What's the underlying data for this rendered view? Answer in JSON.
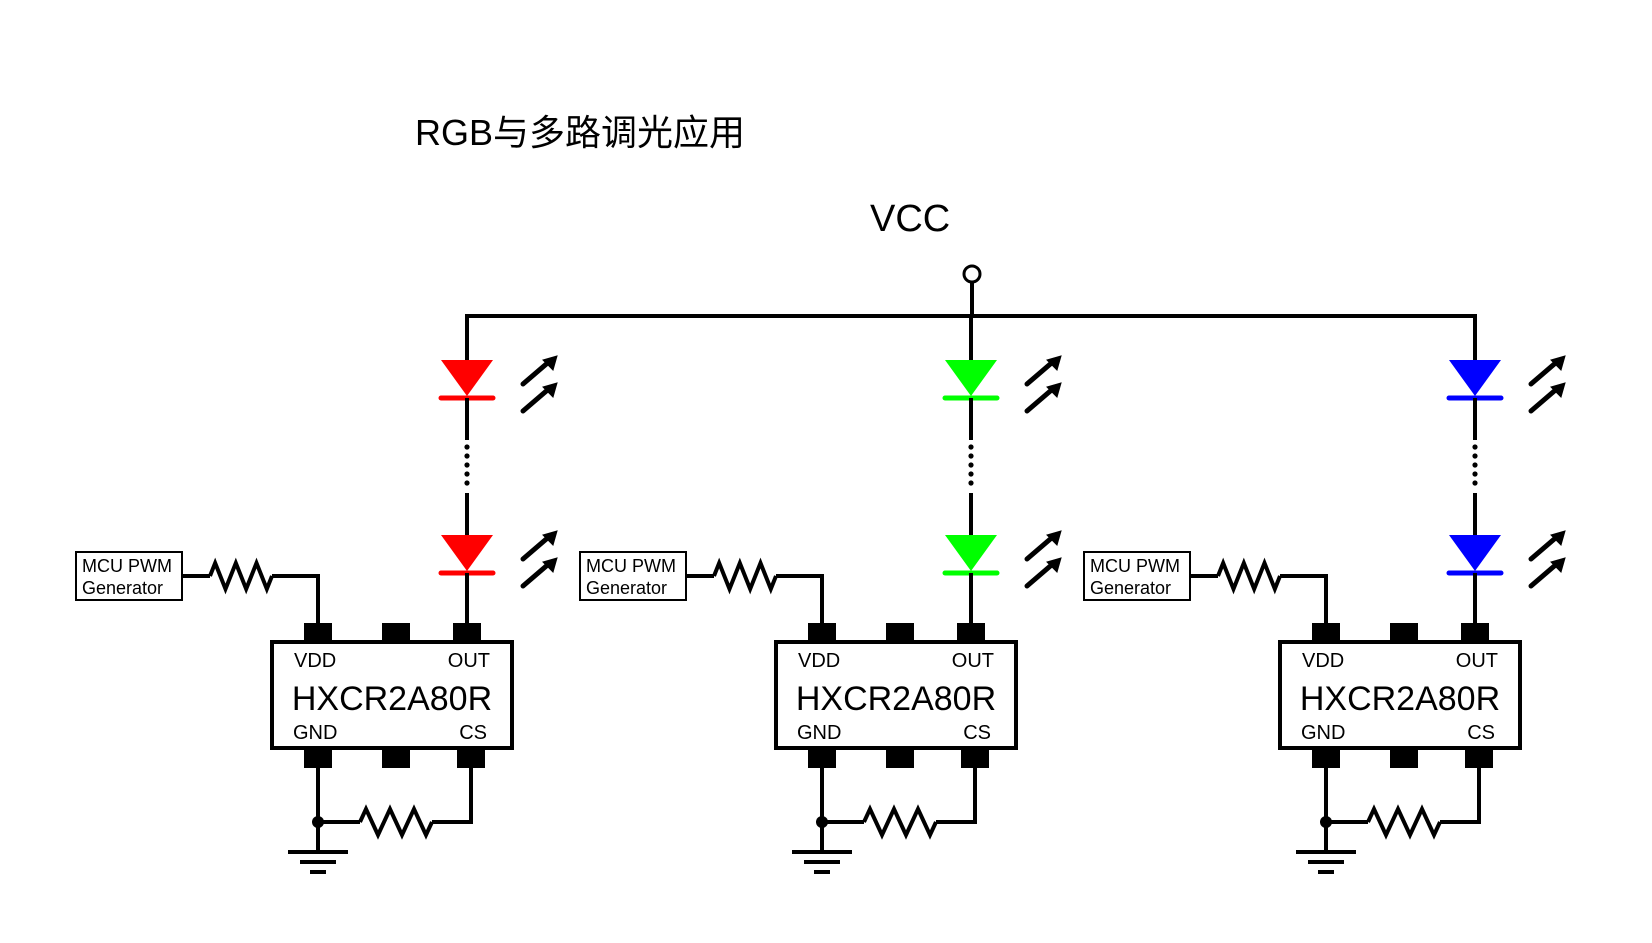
{
  "title": "RGB与多路调光应用",
  "supply": {
    "label": "VCC"
  },
  "channels": [
    {
      "name": "red",
      "led_color": "#ff0000",
      "ic": {
        "part": "HXCR2A80R",
        "pins": {
          "vdd": "VDD",
          "out": "OUT",
          "gnd": "GND",
          "cs": "CS"
        }
      },
      "pwm_source": {
        "line1": "MCU PWM",
        "line2": "Generator"
      }
    },
    {
      "name": "green",
      "led_color": "#00ff00",
      "ic": {
        "part": "HXCR2A80R",
        "pins": {
          "vdd": "VDD",
          "out": "OUT",
          "gnd": "GND",
          "cs": "CS"
        }
      },
      "pwm_source": {
        "line1": "MCU PWM",
        "line2": "Generator"
      }
    },
    {
      "name": "blue",
      "led_color": "#0000ff",
      "ic": {
        "part": "HXCR2A80R",
        "pins": {
          "vdd": "VDD",
          "out": "OUT",
          "gnd": "GND",
          "cs": "CS"
        }
      },
      "pwm_source": {
        "line1": "MCU PWM",
        "line2": "Generator"
      }
    }
  ]
}
